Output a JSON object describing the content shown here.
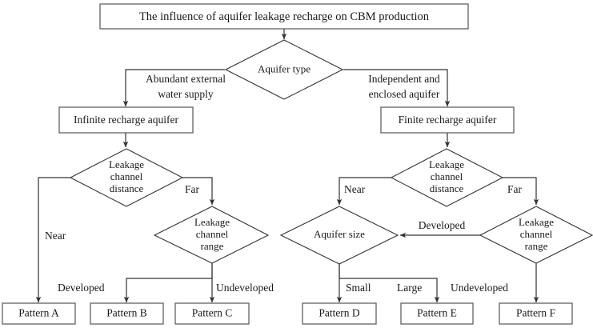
{
  "diagram": {
    "title_node": {
      "label": "The influence of aquifer leakage recharge on CBM production"
    },
    "decisions": {
      "aquifer_type": "Aquifer  type",
      "left_channel_distance_l1": "Leakage",
      "left_channel_distance_l2": "channel",
      "left_channel_distance_l3": "distance",
      "right_channel_distance_l1": "Leakage",
      "right_channel_distance_l2": "channel",
      "right_channel_distance_l3": "distance",
      "left_channel_range_l1": "Leakage",
      "left_channel_range_l2": "channel",
      "left_channel_range_l3": "range",
      "right_channel_range_l1": "Leakage",
      "right_channel_range_l2": "channel",
      "right_channel_range_l3": "range",
      "aquifer_size": "Aquifer size"
    },
    "process_nodes": {
      "infinite_recharge": "Infinite recharge aquifer",
      "finite_recharge": "Finite recharge aquifer"
    },
    "edge_labels": {
      "abundant_l1": "Abundant external",
      "abundant_l2": "water supply",
      "independent_l1": "Independent and",
      "independent_l2": "enclosed aquifer",
      "left_near": "Near",
      "left_far": "Far",
      "right_near": "Near",
      "right_far": "Far",
      "left_developed": "Developed",
      "left_undeveloped": "Undeveloped",
      "right_developed": "Developed",
      "right_undeveloped": "Undeveloped",
      "small": "Small",
      "large": "Large"
    },
    "outcomes": [
      {
        "id": "pattern-a",
        "label": "Pattern A"
      },
      {
        "id": "pattern-b",
        "label": "Pattern B"
      },
      {
        "id": "pattern-c",
        "label": "Pattern C"
      },
      {
        "id": "pattern-d",
        "label": "Pattern D"
      },
      {
        "id": "pattern-e",
        "label": "Pattern E"
      },
      {
        "id": "pattern-f",
        "label": "Pattern F"
      }
    ],
    "colors": {
      "background": "#ffffff",
      "stroke": "#333333",
      "box_stroke": "#555555",
      "text": "#1a1a1a"
    }
  }
}
